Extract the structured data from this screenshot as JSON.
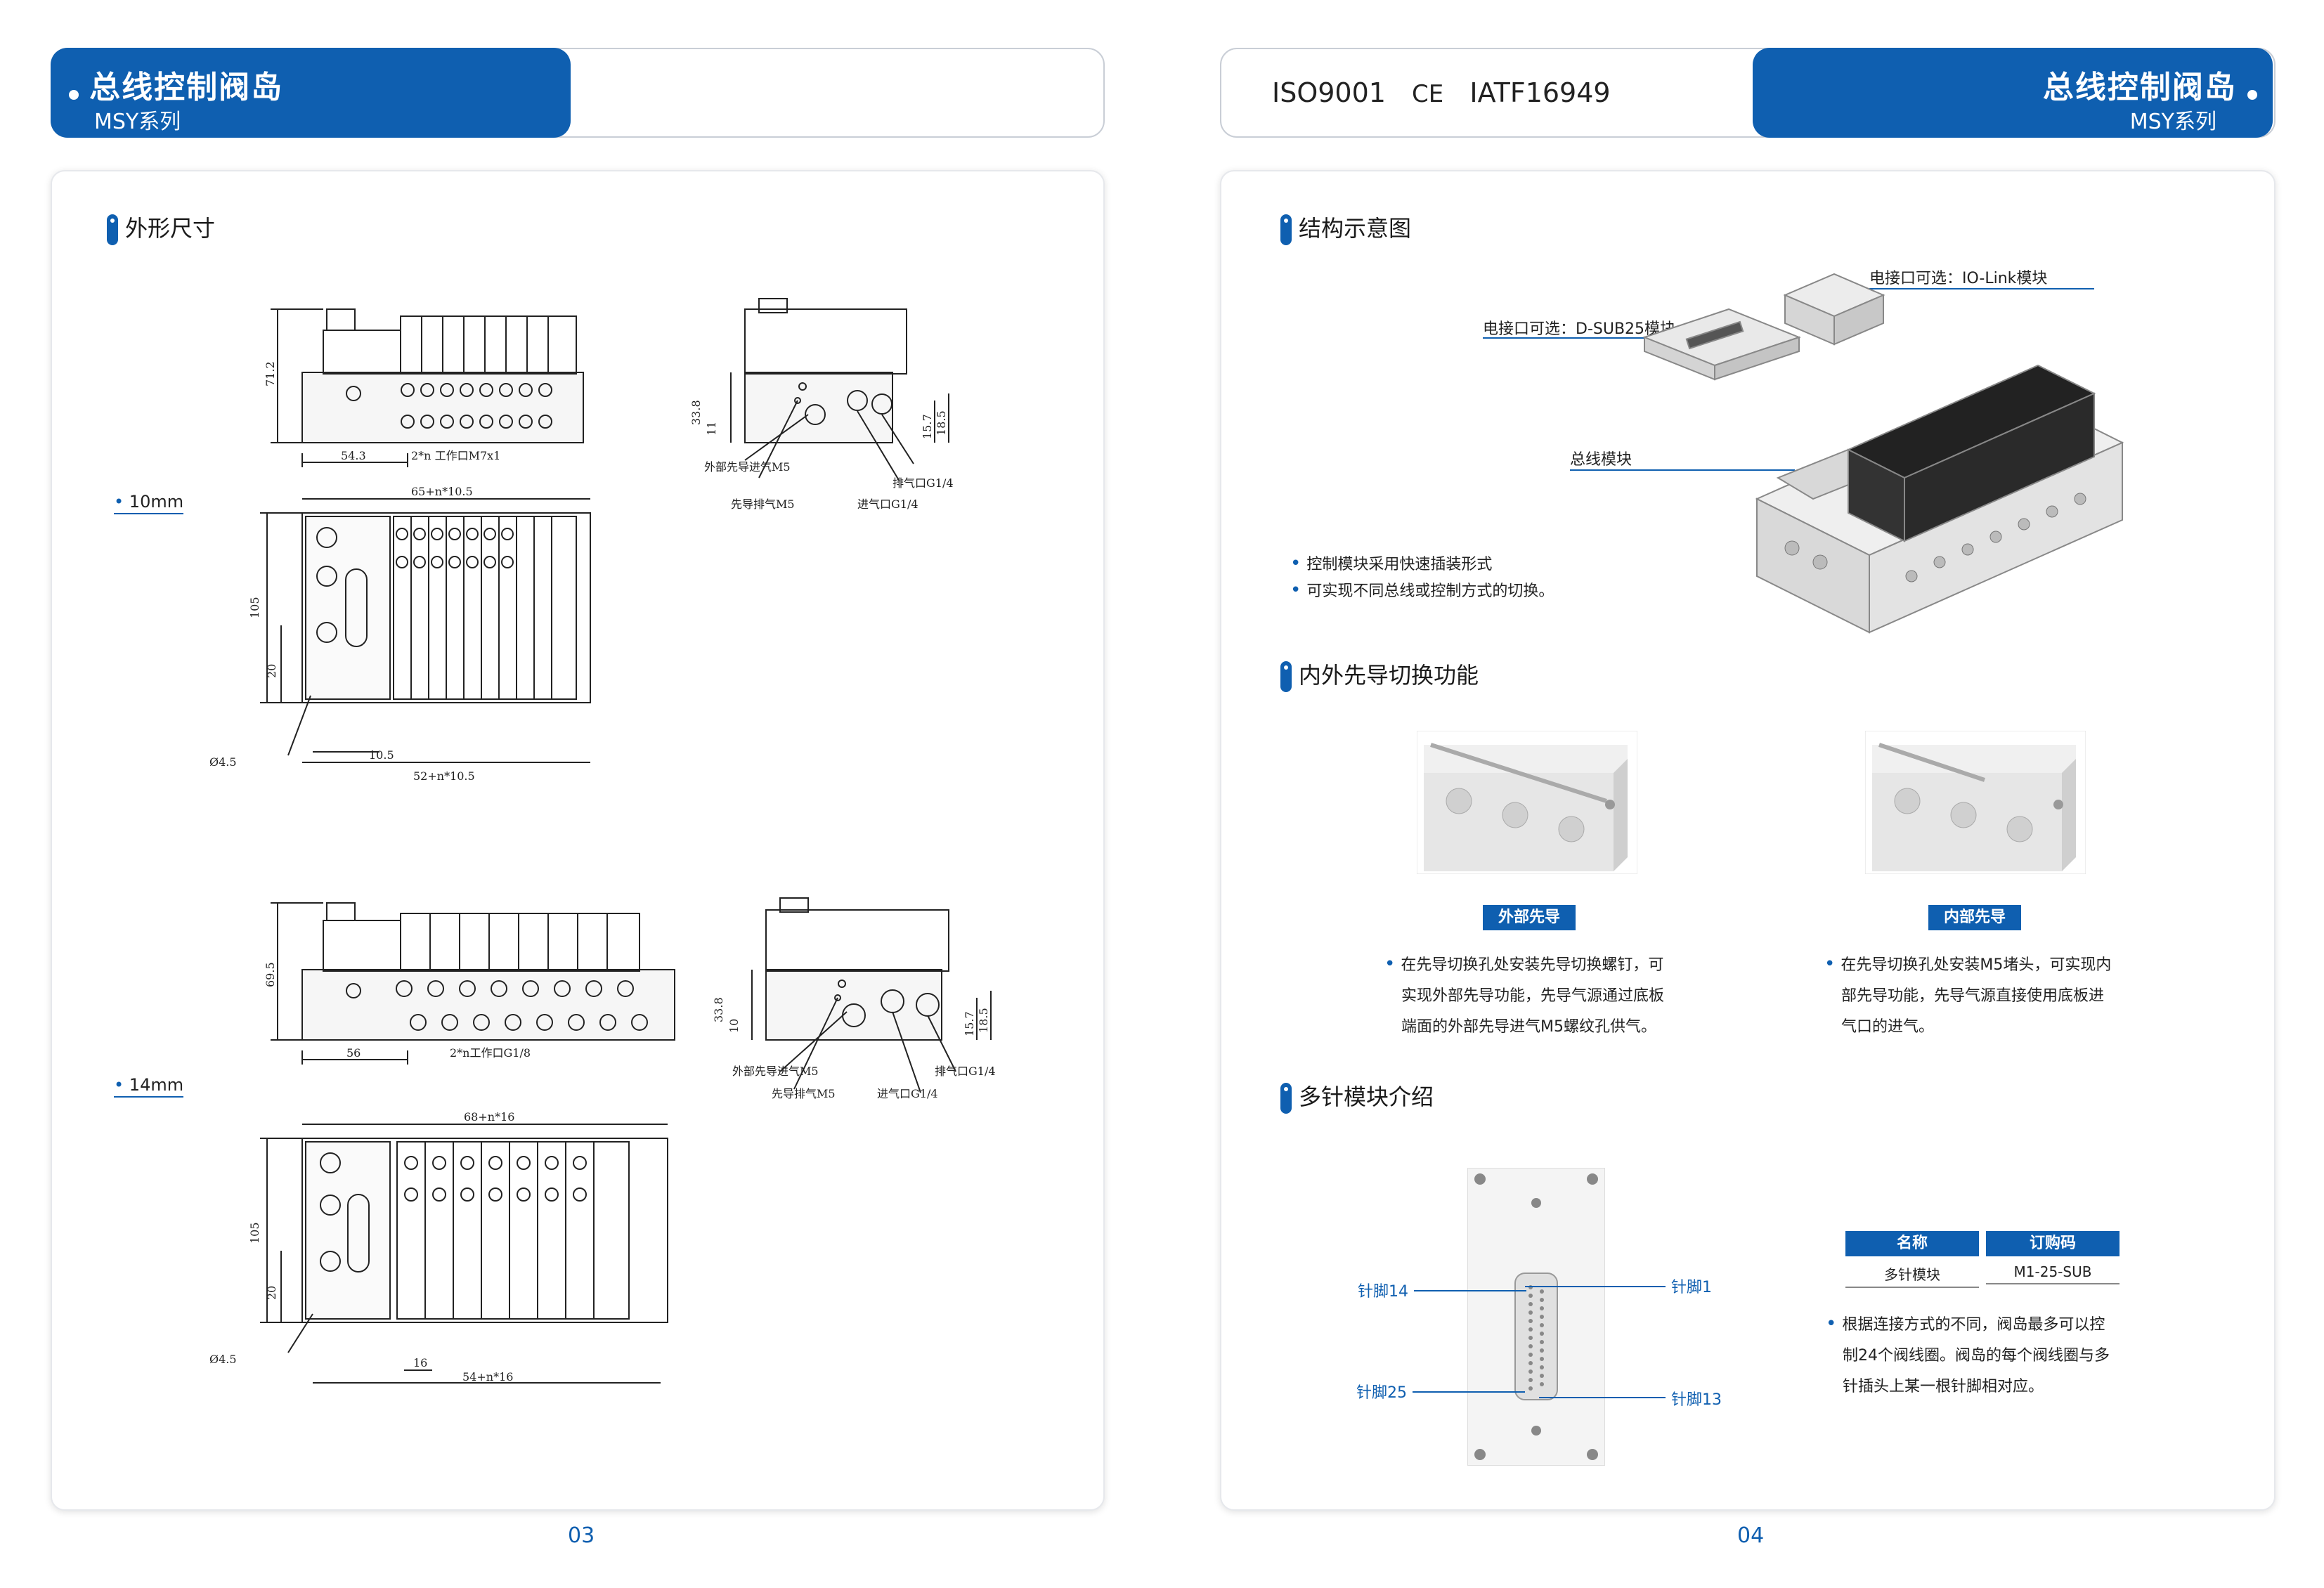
{
  "left_header": {
    "title": "总线控制阀岛",
    "subtitle": "MSY系列"
  },
  "right_header": {
    "title": "总线控制阀岛",
    "subtitle": "MSY系列",
    "certs": [
      "ISO9001",
      "CE",
      "IATF16949"
    ]
  },
  "left_panel": {
    "section_title": "外形尺寸",
    "size_labels": [
      "10mm",
      "14mm"
    ],
    "drawing1": {
      "front": {
        "height": "71.2",
        "offset": "54.3",
        "ports": "2*n 工作口M7x1"
      },
      "side": {
        "h1": "33.8",
        "h2": "11",
        "h3": "15.7",
        "h4": "18.5",
        "ext_in": "外部先导进气M5",
        "pilot_ex": "先导排气M5",
        "exhaust": "排气口G1/4",
        "inlet": "进气口G1/4"
      },
      "top": {
        "width": "65+n*10.5",
        "height": "105",
        "h20": "20",
        "hole": "Ø4.5",
        "pitch": "10.5",
        "bottom": "52+n*10.5"
      }
    },
    "drawing2": {
      "front": {
        "height": "69.5",
        "offset": "56",
        "ports": "2*n工作口G1/8"
      },
      "side": {
        "h1": "33.8",
        "h2": "10",
        "h3": "15.7",
        "h4": "18.5",
        "ext_in": "外部先导进气M5",
        "pilot_ex": "先导排气M5",
        "exhaust": "排气口G1/4",
        "inlet": "进气口G1/4"
      },
      "top": {
        "width": "68+n*16",
        "height": "105",
        "h20": "20",
        "hole": "Ø4.5",
        "pitch": "16",
        "bottom": "54+n*16"
      }
    },
    "page_number": "03"
  },
  "right_panel": {
    "structure": {
      "title": "结构示意图",
      "callouts": [
        "电接口可选：IO-Link模块",
        "电接口可选：D-SUB25模块",
        "总线模块"
      ],
      "notes": [
        "控制模块采用快速插装形式",
        "可实现不同总线或控制方式的切换。"
      ]
    },
    "pilot": {
      "title": "内外先导切换功能",
      "external": {
        "tag": "外部先导",
        "text": [
          "在先导切换孔处安装先导切换螺钉，可",
          "实现外部先导功能，先导气源通过底板",
          "端面的外部先导进气M5螺纹孔供气。"
        ]
      },
      "internal": {
        "tag": "内部先导",
        "text": [
          "在先导切换孔处安装M5堵头，可实现内",
          "部先导功能，先导气源直接使用底板进",
          "气口的进气。"
        ]
      }
    },
    "multipin": {
      "title": "多针模块介绍",
      "pins": {
        "p14": "针脚14",
        "p1": "针脚1",
        "p25": "针脚25",
        "p13": "针脚13"
      },
      "table": {
        "headers": [
          "名称",
          "订购码"
        ],
        "row": [
          "多针模块",
          "M1-25-SUB"
        ]
      },
      "notes": [
        "根据连接方式的不同，阀岛最多可以控",
        "制24个阀线圈。阀岛的每个阀线圈与多",
        "针插头上某一根针脚相对应。"
      ]
    },
    "page_number": "04"
  },
  "colors": {
    "brand_blue": "#0f5fb0"
  }
}
